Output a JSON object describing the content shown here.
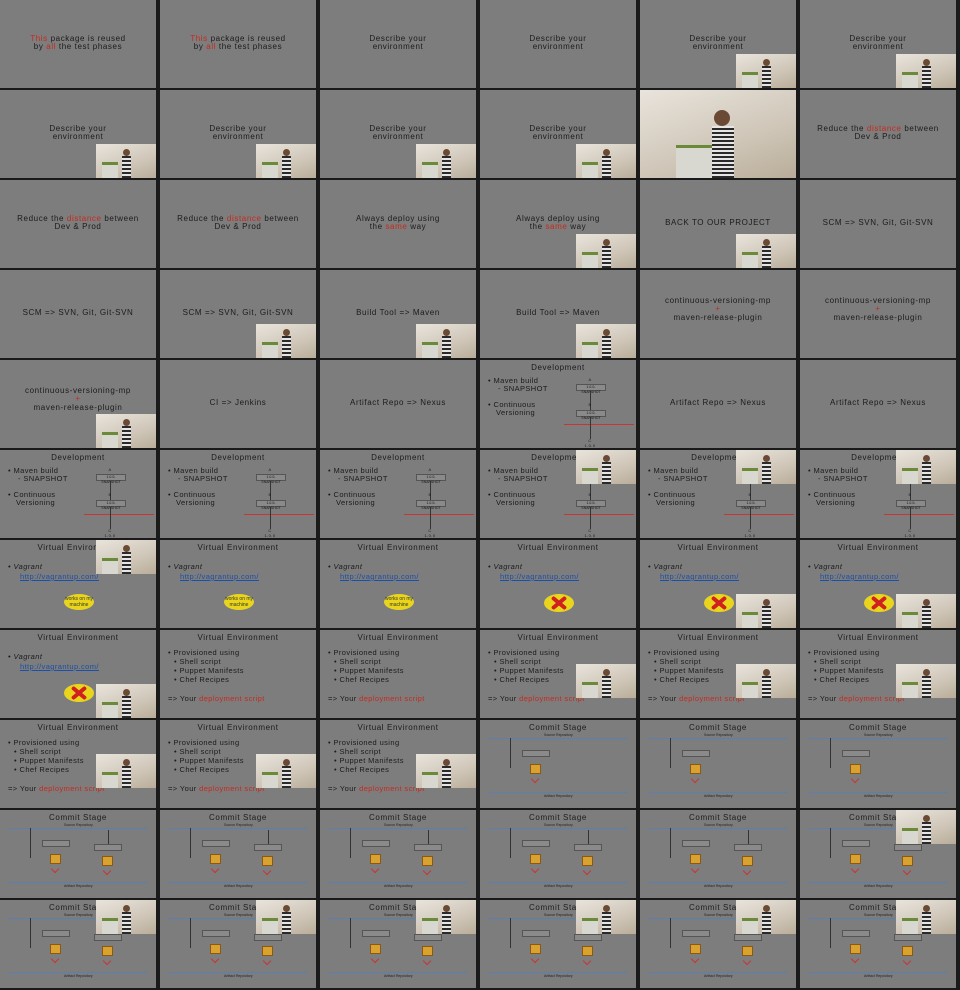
{
  "grid": {
    "columns": 6,
    "rows": 11
  },
  "colors": {
    "slide_bg": "#7d7d7d",
    "highlight": "#c62a1d",
    "link": "#1b4fa8",
    "text": "#1b1b1b"
  },
  "frames": [
    {
      "kind": "text",
      "parts": [
        {
          "t": "This",
          "h": true
        },
        {
          "t": " package is reused"
        }
      ],
      "line2": [
        {
          "t": "by "
        },
        {
          "t": "all",
          "h": true
        },
        {
          "t": " the test phases"
        }
      ]
    },
    {
      "kind": "text",
      "parts": [
        {
          "t": "This",
          "h": true
        },
        {
          "t": " package is reused"
        }
      ],
      "line2": [
        {
          "t": "by "
        },
        {
          "t": "all",
          "h": true
        },
        {
          "t": " the test phases"
        }
      ]
    },
    {
      "kind": "text",
      "parts": [
        {
          "t": "Describe your"
        }
      ],
      "line2": [
        {
          "t": "environment"
        }
      ]
    },
    {
      "kind": "text",
      "parts": [
        {
          "t": "Describe your"
        }
      ],
      "line2": [
        {
          "t": "environment"
        }
      ]
    },
    {
      "kind": "text",
      "parts": [
        {
          "t": "Describe your"
        }
      ],
      "line2": [
        {
          "t": "environment"
        }
      ],
      "cam": "br"
    },
    {
      "kind": "text",
      "parts": [
        {
          "t": "Describe your"
        }
      ],
      "line2": [
        {
          "t": "environment"
        }
      ],
      "cam": "br"
    },
    {
      "kind": "text",
      "parts": [
        {
          "t": "Describe your"
        }
      ],
      "line2": [
        {
          "t": "environment"
        }
      ],
      "cam": "br"
    },
    {
      "kind": "text",
      "parts": [
        {
          "t": "Describe your"
        }
      ],
      "line2": [
        {
          "t": "environment"
        }
      ],
      "cam": "br"
    },
    {
      "kind": "text",
      "parts": [
        {
          "t": "Describe your"
        }
      ],
      "line2": [
        {
          "t": "environment"
        }
      ],
      "cam": "br"
    },
    {
      "kind": "text",
      "parts": [
        {
          "t": "Describe your"
        }
      ],
      "line2": [
        {
          "t": "environment"
        }
      ],
      "cam": "br"
    },
    {
      "kind": "camera"
    },
    {
      "kind": "text",
      "parts": [
        {
          "t": "Reduce the "
        },
        {
          "t": "distance",
          "h": true
        },
        {
          "t": " between"
        }
      ],
      "line2": [
        {
          "t": "Dev & Prod"
        }
      ]
    },
    {
      "kind": "text",
      "parts": [
        {
          "t": "Reduce the "
        },
        {
          "t": "distance",
          "h": true
        },
        {
          "t": " between"
        }
      ],
      "line2": [
        {
          "t": "Dev & Prod"
        }
      ]
    },
    {
      "kind": "text",
      "parts": [
        {
          "t": "Reduce the "
        },
        {
          "t": "distance",
          "h": true
        },
        {
          "t": " between"
        }
      ],
      "line2": [
        {
          "t": "Dev & Prod"
        }
      ]
    },
    {
      "kind": "text",
      "parts": [
        {
          "t": "Always deploy using"
        }
      ],
      "line2": [
        {
          "t": "the "
        },
        {
          "t": "same",
          "h": true
        },
        {
          "t": " way"
        }
      ]
    },
    {
      "kind": "text",
      "parts": [
        {
          "t": "Always deploy using"
        }
      ],
      "line2": [
        {
          "t": "the "
        },
        {
          "t": "same",
          "h": true
        },
        {
          "t": " way"
        }
      ],
      "cam": "br"
    },
    {
      "kind": "text",
      "parts": [
        {
          "t": "BACK TO OUR PROJECT"
        }
      ],
      "line2": [],
      "cam": "br"
    },
    {
      "kind": "text",
      "parts": [
        {
          "t": "SCM => SVN, Git, Git-SVN"
        }
      ],
      "line2": []
    },
    {
      "kind": "text",
      "parts": [
        {
          "t": "SCM => SVN, Git, Git-SVN"
        }
      ],
      "line2": []
    },
    {
      "kind": "text",
      "parts": [
        {
          "t": "SCM => SVN, Git, Git-SVN"
        }
      ],
      "line2": [],
      "cam": "br"
    },
    {
      "kind": "text",
      "parts": [
        {
          "t": "Build Tool => Maven"
        }
      ],
      "line2": [],
      "cam": "br"
    },
    {
      "kind": "text",
      "parts": [
        {
          "t": "Build Tool => Maven"
        }
      ],
      "line2": [],
      "cam": "br"
    },
    {
      "kind": "plus",
      "a": "continuous-versioning-mp",
      "b": "maven-release-plugin"
    },
    {
      "kind": "plus",
      "a": "continuous-versioning-mp",
      "b": "maven-release-plugin"
    },
    {
      "kind": "plus",
      "a": "continuous-versioning-mp",
      "b": "maven-release-plugin",
      "cam": "br"
    },
    {
      "kind": "text",
      "parts": [
        {
          "t": "CI => Jenkins"
        }
      ],
      "line2": []
    },
    {
      "kind": "text",
      "parts": [
        {
          "t": "Artifact Repo => Nexus"
        }
      ],
      "line2": []
    },
    {
      "kind": "dev",
      "big": true
    },
    {
      "kind": "text",
      "parts": [
        {
          "t": "Artifact Repo => Nexus"
        }
      ],
      "line2": []
    },
    {
      "kind": "text",
      "parts": [
        {
          "t": "Artifact Repo => Nexus"
        }
      ],
      "line2": []
    },
    {
      "kind": "dev"
    },
    {
      "kind": "dev"
    },
    {
      "kind": "dev"
    },
    {
      "kind": "dev",
      "cam": "tr"
    },
    {
      "kind": "dev",
      "cam": "tr"
    },
    {
      "kind": "dev",
      "cam": "tr"
    },
    {
      "kind": "venv",
      "mark": "badge",
      "cam": "tr"
    },
    {
      "kind": "venv",
      "mark": "badge"
    },
    {
      "kind": "venv",
      "mark": "badge"
    },
    {
      "kind": "venv",
      "mark": "x"
    },
    {
      "kind": "venv",
      "mark": "x",
      "cam": "br"
    },
    {
      "kind": "venv",
      "mark": "x",
      "cam": "br"
    },
    {
      "kind": "venv",
      "mark": "x",
      "cam": "br"
    },
    {
      "kind": "prov"
    },
    {
      "kind": "prov"
    },
    {
      "kind": "prov",
      "cam": "mr"
    },
    {
      "kind": "prov",
      "cam": "mr"
    },
    {
      "kind": "prov",
      "cam": "mr"
    },
    {
      "kind": "prov",
      "cam": "mr"
    },
    {
      "kind": "prov",
      "cam": "mr"
    },
    {
      "kind": "prov",
      "cam": "mr"
    },
    {
      "kind": "commit"
    },
    {
      "kind": "commit"
    },
    {
      "kind": "commit"
    },
    {
      "kind": "commit2"
    },
    {
      "kind": "commit2"
    },
    {
      "kind": "commit2"
    },
    {
      "kind": "commit2"
    },
    {
      "kind": "commit2"
    },
    {
      "kind": "commit2",
      "cam": "tr"
    },
    {
      "kind": "commit2",
      "cam": "tr"
    },
    {
      "kind": "commit2",
      "cam": "tr"
    },
    {
      "kind": "commit2",
      "cam": "tr"
    },
    {
      "kind": "commit2",
      "cam": "tr"
    },
    {
      "kind": "commit2",
      "cam": "tr"
    },
    {
      "kind": "commit2",
      "cam": "tr"
    }
  ],
  "strings": {
    "development": "Development",
    "maven_build": "• Maven build",
    "snapshot": "- SNAPSHOT",
    "continuous": "• Continuous",
    "versioning": "Versioning",
    "snap_box": "1.0.0-SNAPSHOT",
    "release_box": "1.0.0",
    "label_a": "A",
    "label_b": "B",
    "label_c": "C",
    "virtual_env": "Virtual Environment",
    "vagrant": "• Vagrant",
    "vagrant_url": "http://vagrantup.com/",
    "badge_text": "works on my machine",
    "provisioned": "• Provisioned using",
    "shell": "• Shell script",
    "puppet": "• Puppet Manifests",
    "chef": "• Chef Recipes",
    "your": "=> Your ",
    "deploy_script": "deployment script",
    "commit_stage": "Commit Stage",
    "source_repo": "Source Repository",
    "artifact_repo": "Artifact Repository",
    "plus": "+"
  }
}
